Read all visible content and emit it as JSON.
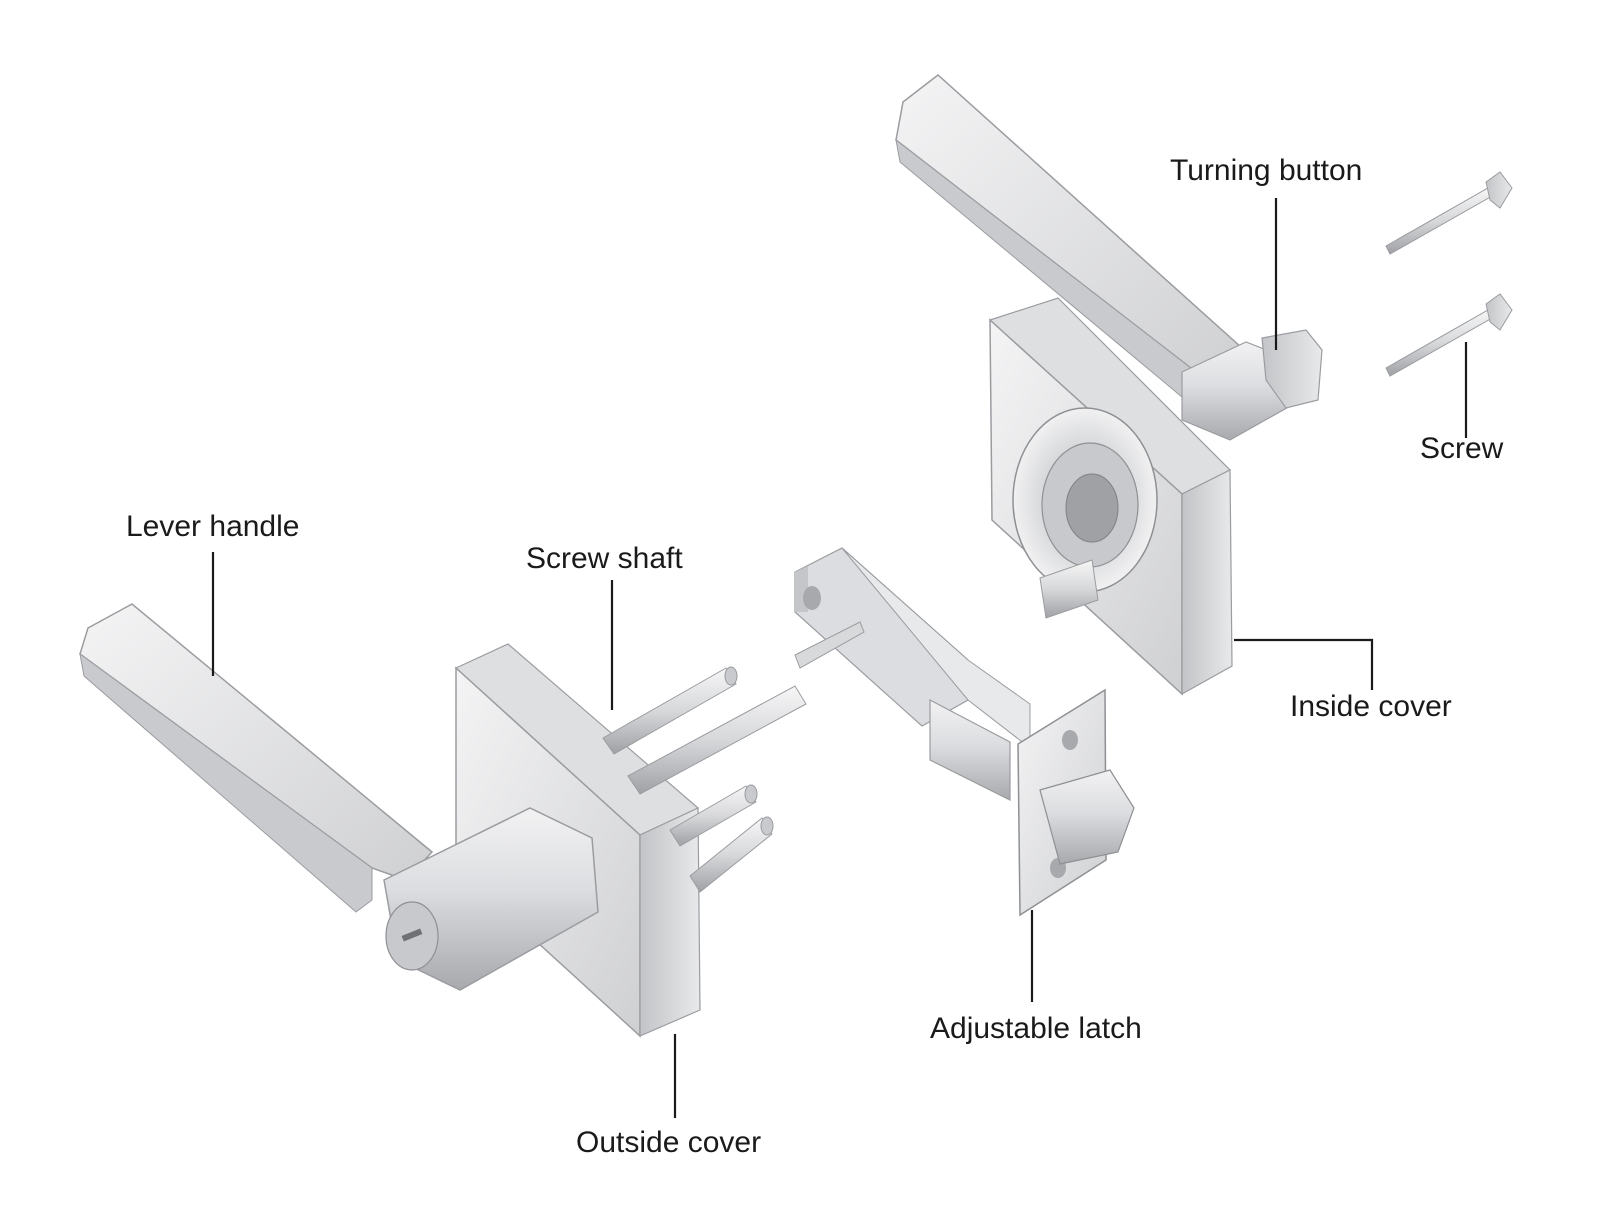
{
  "labels": {
    "turning_button": "Turning button",
    "screw": "Screw",
    "lever_handle": "Lever handle",
    "screw_shaft": "Screw shaft",
    "inside_cover": "Inside cover",
    "adjustable_latch": "Adjustable latch",
    "outside_cover": "Outside cover"
  },
  "colors": {
    "metal_light": "#ececed",
    "metal_mid": "#d2d3d5",
    "metal_dark": "#a9abae",
    "edge": "#8e9094",
    "text": "#1a1a1a"
  }
}
